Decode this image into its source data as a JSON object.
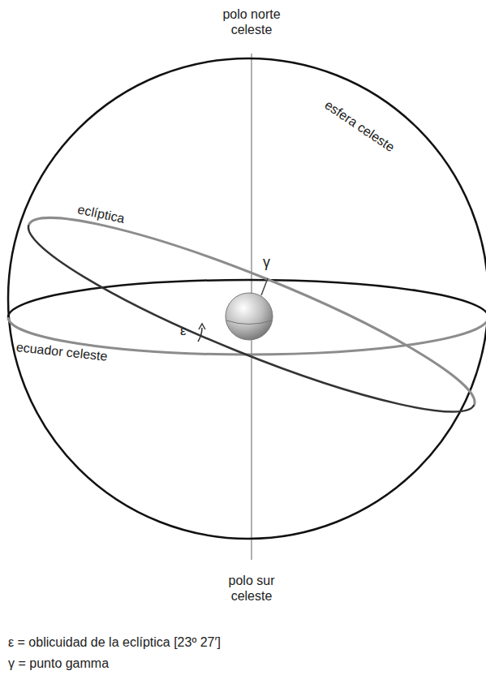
{
  "diagram": {
    "labels": [
      "polo norte celeste",
      "esfera celeste",
      "eclíptica",
      "γ",
      "ε",
      "ecuador celeste",
      "polo sur celeste",
      "ε = oblicuidad de la eclíptica [23º 27′]",
      "γ = punto gamma"
    ]
  }
}
